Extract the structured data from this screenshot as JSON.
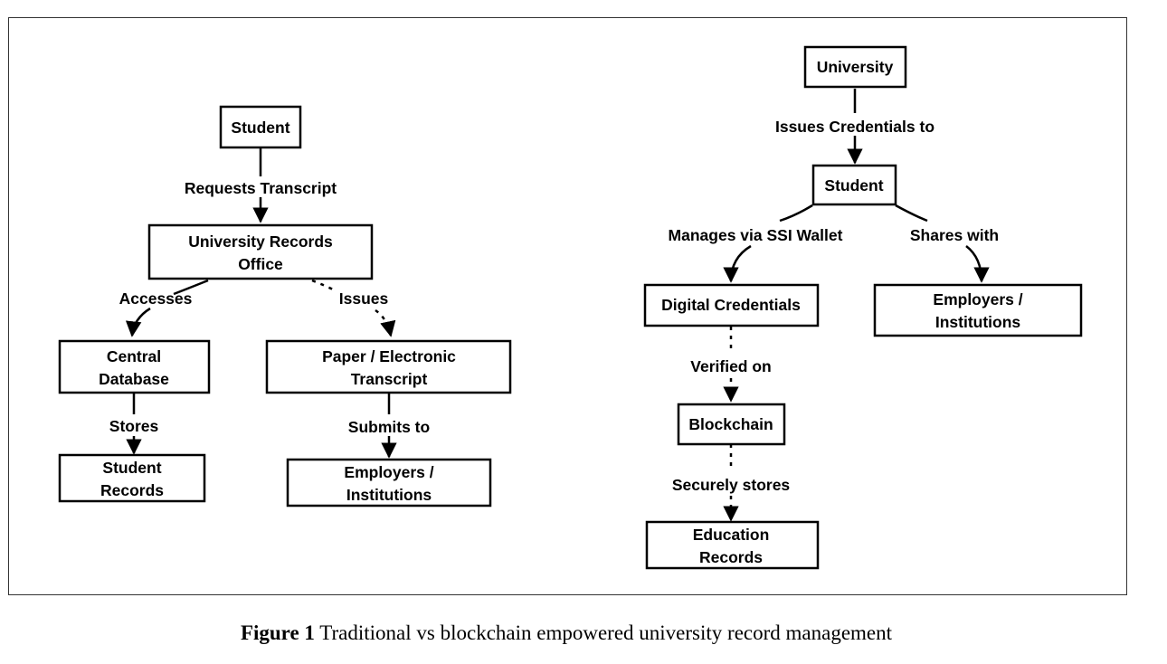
{
  "traditional": {
    "nodes": {
      "student": [
        "Student"
      ],
      "records_office": [
        "University Records",
        "Office"
      ],
      "central_db": [
        "Central",
        "Database"
      ],
      "transcript": [
        "Paper / Electronic",
        "Transcript"
      ],
      "student_records": [
        "Student",
        "Records"
      ],
      "employers": [
        "Employers /",
        "Institutions"
      ]
    },
    "edges": {
      "requests": "Requests Transcript",
      "accesses": "Accesses",
      "issues": "Issues",
      "stores": "Stores",
      "submits": "Submits to"
    }
  },
  "blockchain": {
    "nodes": {
      "university": [
        "University"
      ],
      "student": [
        "Student"
      ],
      "digital_credentials": [
        "Digital Credentials"
      ],
      "employers": [
        "Employers /",
        "Institutions"
      ],
      "blockchain": [
        "Blockchain"
      ],
      "education_records": [
        "Education",
        "Records"
      ]
    },
    "edges": {
      "issues_credentials": "Issues Credentials to",
      "manages": "Manages via SSI Wallet",
      "shares": "Shares with",
      "verified": "Verified on",
      "securely": "Securely stores"
    }
  },
  "caption": {
    "label": "Figure 1",
    "text": " Traditional vs blockchain empowered university record management"
  }
}
